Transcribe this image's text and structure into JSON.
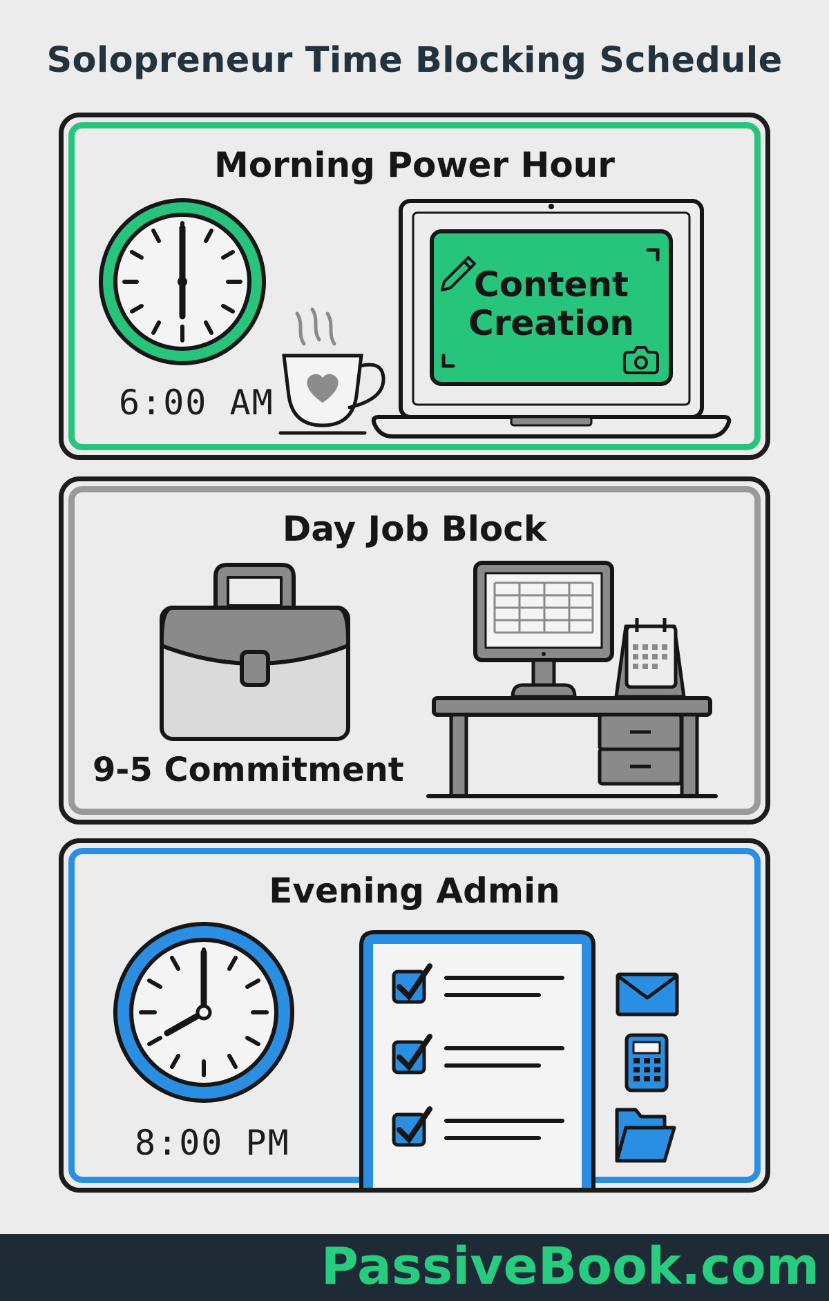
{
  "title": "Solopreneur Time Blocking Schedule",
  "colors": {
    "green": "#27c47c",
    "gray": "#9a9a9a",
    "blue": "#2a8fe3",
    "footer_bg": "#1e2b36"
  },
  "blocks": [
    {
      "title": "Morning Power Hour",
      "time": "6:00 AM",
      "screen_lines": [
        "Content",
        "Creation"
      ],
      "icons": [
        "clock-icon",
        "coffee-cup-icon",
        "laptop-icon",
        "pencil-icon",
        "camera-icon"
      ]
    },
    {
      "title": "Day Job Block",
      "caption": "9-5 Commitment",
      "icons": [
        "briefcase-icon",
        "desk-icon",
        "monitor-spreadsheet-icon",
        "desk-calendar-icon"
      ]
    },
    {
      "title": "Evening Admin",
      "time": "8:00 PM",
      "icons": [
        "clock-icon",
        "checklist-icon",
        "envelope-icon",
        "calculator-icon",
        "folder-icon"
      ]
    }
  ],
  "footer": {
    "brand": "PassiveBook.com"
  }
}
